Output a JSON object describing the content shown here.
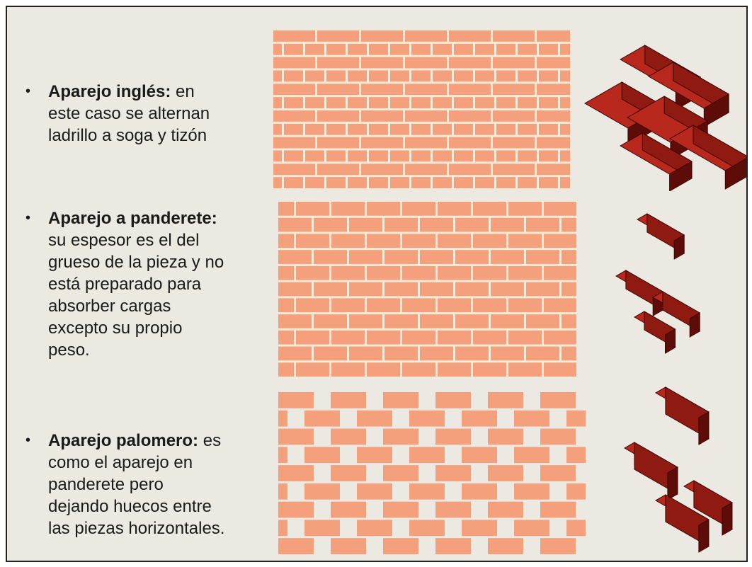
{
  "items": [
    {
      "heading": "Aparejo inglés:",
      "first_tail": " en",
      "lines": [
        "este caso se alternan",
        "ladrillo a soga y tizón"
      ]
    },
    {
      "heading": "Aparejo a panderete:",
      "first_tail": "",
      "lines": [
        "su espesor es el del",
        "grueso de la pieza y no",
        "está preparado para",
        "absorber cargas",
        "excepto su propio",
        "peso."
      ]
    },
    {
      "heading": "Aparejo palomero:",
      "first_tail": " es",
      "lines": [
        "como el aparejo en",
        "panderete pero",
        "dejando huecos entre",
        "las piezas horizontales."
      ]
    }
  ],
  "colors": {
    "slide_background": "#ebe9e1",
    "brick_face": "#f4a07c",
    "mortar": "#f4ead8",
    "brick_3d_top": "#b8281c",
    "brick_3d_front": "#8e1a12",
    "brick_3d_side": "#5e0c08"
  }
}
